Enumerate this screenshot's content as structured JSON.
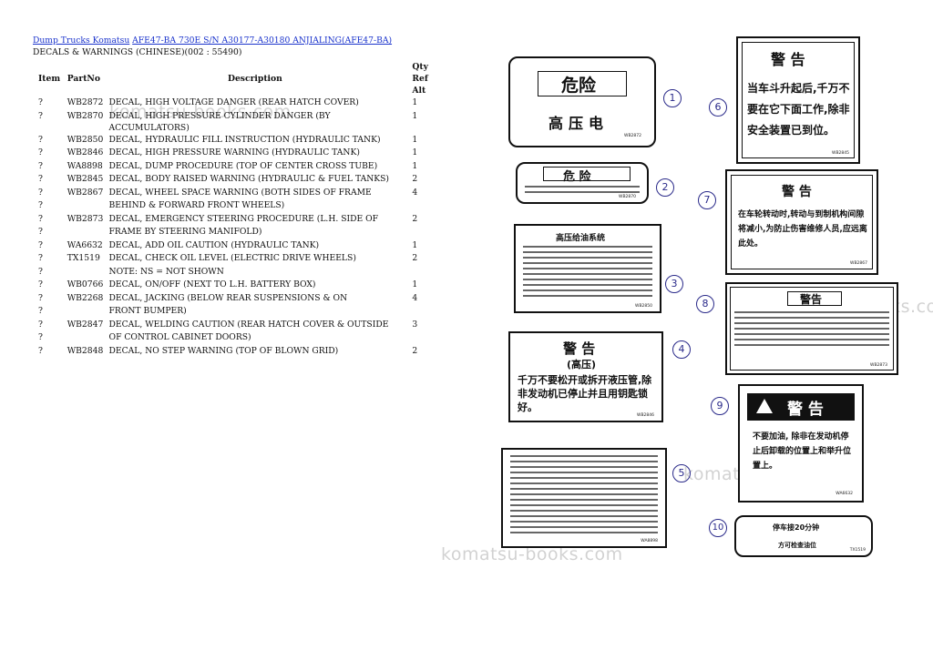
{
  "breadcrumb": {
    "link1": "Dump Trucks Komatsu",
    "link2": "AFE47-BA 730E S/N A30177-A30180 ANJIALING(AFE47-BA)"
  },
  "subtitle": "DECALS & WARNINGS (CHINESE)(002 : 55490)",
  "table": {
    "headers": {
      "item": "Item",
      "partno": "PartNo",
      "description": "Description",
      "qtyrefalt": "Qty Ref Alt"
    },
    "rows": [
      {
        "item": "?",
        "part": "WB2872",
        "desc": "DECAL, HIGH VOLTAGE DANGER (REAR HATCH COVER)",
        "qty": "1"
      },
      {
        "item": "?",
        "part": "WB2870",
        "desc": "DECAL, HIGH PRESSURE CYLINDER DANGER (BY ACCUMULATORS)",
        "qty": "1"
      },
      {
        "item": "?",
        "part": "WB2850",
        "desc": "DECAL, HYDRAULIC FILL INSTRUCTION (HYDRAULIC TANK)",
        "qty": "1"
      },
      {
        "item": "?",
        "part": "WB2846",
        "desc": "DECAL, HIGH PRESSURE WARNING (HYDRAULIC TANK)",
        "qty": "1"
      },
      {
        "item": "?",
        "part": "WA8898",
        "desc": "DECAL, DUMP PROCEDURE (TOP OF CENTER CROSS TUBE)",
        "qty": "1"
      },
      {
        "item": "?",
        "part": "WB2845",
        "desc": "DECAL, BODY RAISED WARNING (HYDRAULIC & FUEL TANKS)",
        "qty": "2"
      },
      {
        "item": "?",
        "part": "WB2867",
        "desc": "DECAL, WHEEL SPACE WARNING (BOTH SIDES OF FRAME",
        "qty": "4"
      },
      {
        "item": "?",
        "part": "",
        "desc": "BEHIND & FORWARD FRONT WHEELS)",
        "qty": ""
      },
      {
        "item": "?",
        "part": "WB2873",
        "desc": "DECAL, EMERGENCY STEERING PROCEDURE (L.H. SIDE OF",
        "qty": "2"
      },
      {
        "item": "?",
        "part": "",
        "desc": "FRAME BY STEERING MANIFOLD)",
        "qty": ""
      },
      {
        "item": "?",
        "part": "WA6632",
        "desc": "DECAL, ADD OIL CAUTION (HYDRAULIC TANK)",
        "qty": "1"
      },
      {
        "item": "?",
        "part": "TX1519",
        "desc": "DECAL, CHECK OIL LEVEL (ELECTRIC DRIVE WHEELS)",
        "qty": "2"
      },
      {
        "item": "?",
        "part": "",
        "desc": "NOTE: NS = NOT SHOWN",
        "qty": ""
      },
      {
        "item": "?",
        "part": "WB0766",
        "desc": "DECAL, ON/OFF (NEXT TO L.H. BATTERY BOX)",
        "qty": "1"
      },
      {
        "item": "?",
        "part": "WB2268",
        "desc": "DECAL, JACKING (BELOW REAR SUSPENSIONS & ON",
        "qty": "4"
      },
      {
        "item": "?",
        "part": "",
        "desc": "FRONT BUMPER)",
        "qty": ""
      },
      {
        "item": "?",
        "part": "WB2847",
        "desc": "DECAL, WELDING CAUTION (REAR HATCH COVER & OUTSIDE",
        "qty": "3"
      },
      {
        "item": "?",
        "part": "",
        "desc": "OF CONTROL CABINET DOORS)",
        "qty": ""
      },
      {
        "item": "?",
        "part": "WB2848",
        "desc": "DECAL, NO STEP WARNING (TOP OF BLOWN GRID)",
        "qty": "2"
      }
    ]
  },
  "decals": {
    "d1": {
      "title": "危险",
      "body": "高压电",
      "code": "WB2872"
    },
    "d2": {
      "title": "危  险",
      "code": "WB2870"
    },
    "d3": {
      "title": "高压给油系统",
      "code": "WB2850"
    },
    "d4": {
      "title": "警 告",
      "sub": "(高压)",
      "body": "千万不要松开或拆开液压管,除非发动机已停止并且用钥匙锁好。",
      "code": "WB2846"
    },
    "d5": {
      "code": "WA8898"
    },
    "d6": {
      "title": "警 告",
      "body": "当车斗升起后,千万不要在它下面工作,除非安全装置已到位。",
      "code": "WB2845"
    },
    "d7": {
      "title": "警 告",
      "body": "在车轮转动时,转动与到制机构间隙将减小,为防止伤害维修人员,应远离此处。",
      "code": "WB2867"
    },
    "d8": {
      "title": "警告",
      "code": "WB2873"
    },
    "d9": {
      "title": "警 告",
      "body": "不要加油, 除非在发动机停止后卸载的位置上和举升位置上。",
      "code": "WA6632"
    },
    "d10": {
      "title": "停车接20分钟",
      "body": "方可检查油位",
      "code": "TX1519"
    }
  },
  "callouts": [
    "1",
    "2",
    "3",
    "4",
    "5",
    "6",
    "7",
    "8",
    "9",
    "10"
  ],
  "watermarks": {
    "w1": "komatsu-books.com",
    "w2": "komatsu-books.com",
    "w3": "komatsu-books.com",
    "w4": "komatsu-books.com"
  }
}
